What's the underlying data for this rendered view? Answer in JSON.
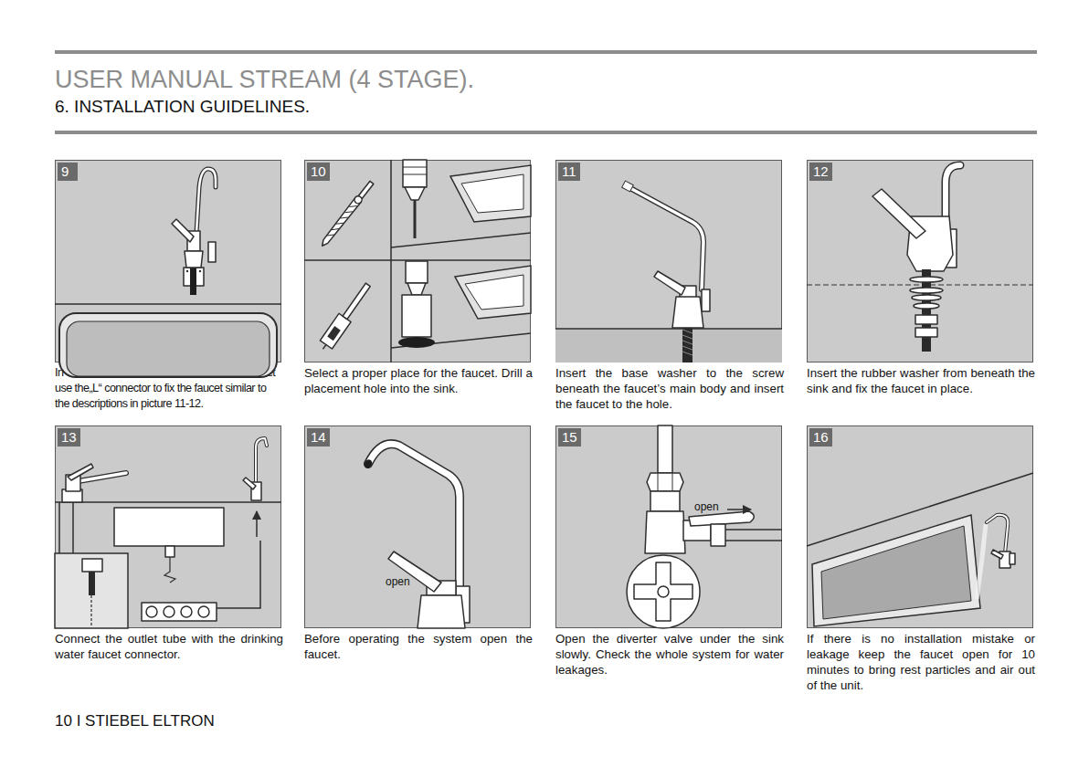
{
  "diagram": {
    "title": "USER MANUAL STREAM (4 STAGE).",
    "nodes": [
      {
        "text": [
          "9",
          "In case of wall-mounted installation of the faucet use the„L“ connector to fix the faucet similar to the descriptions in picture 11-12."
        ]
      },
      {
        "text": [
          "10",
          "Select a proper place for the faucet. Drill a placement hole into the sink."
        ]
      },
      {
        "text": [
          "11",
          "Insert the base washer to the screw beneath the faucet’s main body and insert the faucet to the hole."
        ]
      },
      {
        "text": [
          "12",
          "Insert the rubber washer from beneath the sink and fix the faucet in place."
        ]
      },
      {
        "text": [
          "13",
          "Connect the outlet tube with the drinking water faucet connector."
        ]
      },
      {
        "text": [
          "14",
          "Before operating the system open the faucet."
        ]
      },
      {
        "text": [
          "15",
          "Open the diverter valve under the sink slowly. Check the whole system for water leakages."
        ]
      },
      {
        "text": [
          "16",
          "If there is no installation mistake or leakage keep the faucet open for 10 minutes to bring rest particles and air out of the unit."
        ]
      }
    ],
    "labels": [
      "6. INSTALLATION GUIDELINES.",
      "open",
      "open",
      "10 I STIEBEL ELTRON"
    ]
  }
}
